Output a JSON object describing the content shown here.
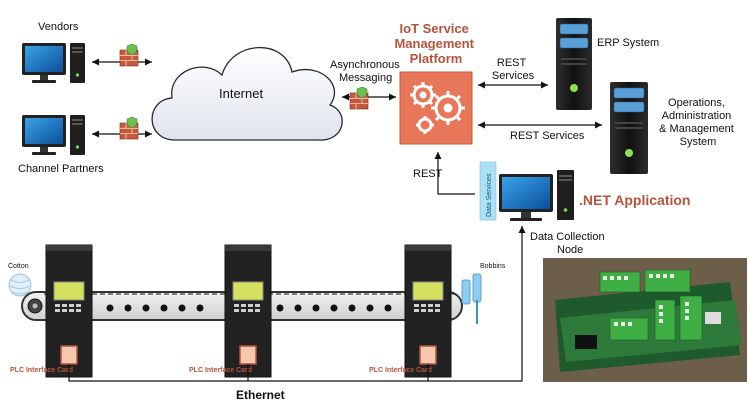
{
  "nodes": {
    "vendors": "Vendors",
    "channel_partners": "Channel Partners",
    "internet": "Internet",
    "async_messaging": "Asynchronous\nMessaging",
    "iot_platform": "IoT Service\nManagement\nPlatform",
    "erp_system": "ERP System",
    "operations": "Operations,\nAdministration\n& Management\nSystem",
    "rest_services_top": "REST\nServices",
    "rest_services_bottom": "REST Services",
    "rest_left": "REST",
    "data_services": "Data Services",
    "net_application": ".NET Application",
    "data_collection_node": "Data Collection\nNode",
    "cotton": "Cotton",
    "bobbins": "Bobbins",
    "plc_card": "PLC Interface Card",
    "ethernet": "Ethernet"
  },
  "icons": [
    "monitor-icon",
    "pc-tower-icon",
    "firewall-icon",
    "cloud-icon",
    "gears-icon",
    "server-icon",
    "plc-cabinet-icon",
    "conveyor-icon",
    "circuit-board-photo"
  ],
  "colors": {
    "accent_red": "#b5533c",
    "platform_box": "#e8775a",
    "server_dark": "#1c1c1c",
    "ds_blue": "#aee0f4",
    "cloud_fill": "#f4f6fa"
  }
}
